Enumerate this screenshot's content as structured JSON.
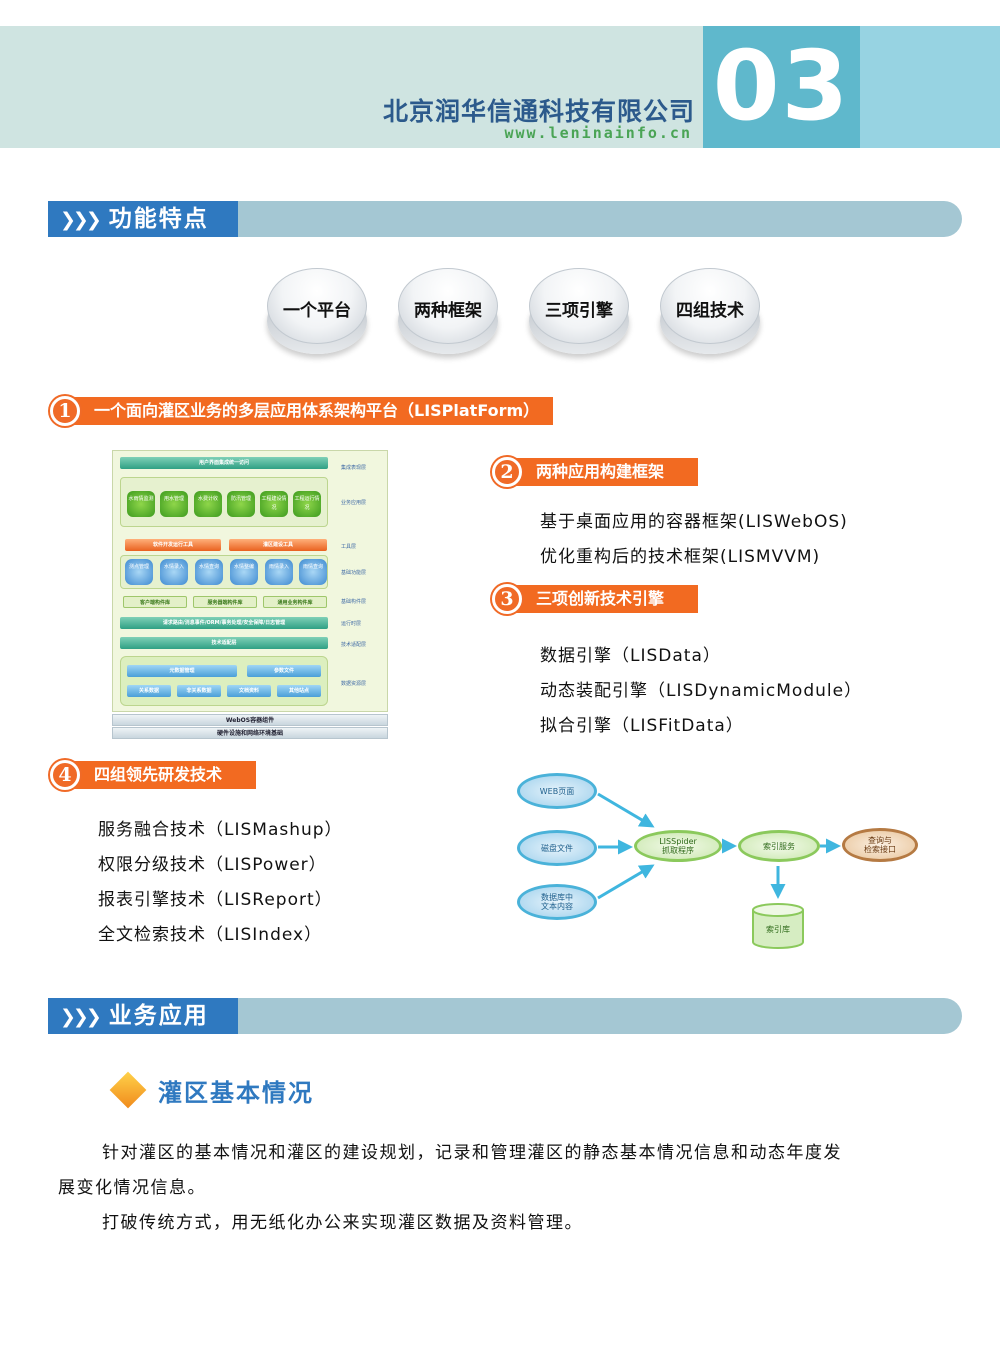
{
  "header": {
    "company": "北京润华信通科技有限公司",
    "url": "www.leninainfo.cn",
    "page_number": "03"
  },
  "section1": {
    "title": "功能特点"
  },
  "discs": [
    "一个平台",
    "两种框架",
    "三项引擎",
    "四组技术"
  ],
  "item1": {
    "num": "1",
    "title": "一个面向灌区业务的多层应用体系架构平台（LISPlatForm）"
  },
  "arch": {
    "top_bar": "用户界面集成统一访问",
    "layers": [
      "集成表现层",
      "业务应用层",
      "工具层",
      "基础功能层",
      "基础构件层",
      "运行时层",
      "技术适配层",
      "数据资源层"
    ],
    "apps": [
      "水雨情监测",
      "用水管理",
      "水费计收",
      "防汛管理",
      "工程建设情况",
      "工程运行情况"
    ],
    "tools": [
      "软件开发运行工具",
      "灌区建设工具"
    ],
    "funcs": [
      "测点管理",
      "水情录入",
      "水情查询",
      "水情整编",
      "雨情录入",
      "雨情查询"
    ],
    "components": [
      "客户端构件库",
      "服务器端构件库",
      "通用业务构件库"
    ],
    "runtime": "请求路由/消息事件/ORM/事务处理/安全保障/日志管理",
    "adapter": "技术适配层",
    "data_top": [
      "元数据管理",
      "参数文件"
    ],
    "data_bottom": [
      "关系数据",
      "非关系数据",
      "文档资料",
      "其他站点"
    ],
    "foot1": "WebOS容器组件",
    "foot2": "硬件设施和网络环境基础"
  },
  "item2": {
    "num": "2",
    "title": "两种应用构建框架",
    "lines": [
      "基于桌面应用的容器框架(LISWebOS)",
      "优化重构后的技术框架(LISMVVM)"
    ]
  },
  "item3": {
    "num": "3",
    "title": "三项创新技术引擎",
    "lines": [
      "数据引擎（LISData）",
      "动态装配引擎（LISDynamicModule）",
      "拟合引擎（LISFitData）"
    ]
  },
  "item4": {
    "num": "4",
    "title": "四组领先研发技术",
    "lines": [
      "服务融合技术（LISMashup）",
      "权限分级技术（LISPower）",
      "报表引擎技术（LISReport）",
      "全文检索技术（LISIndex）"
    ]
  },
  "flow": {
    "web": "WEB页面",
    "disk": "磁盘文件",
    "db_line1": "数据库中",
    "db_line2": "文本内容",
    "spider_line1": "LISSpider",
    "spider_line2": "抓取程序",
    "index_service": "索引服务",
    "query_line1": "查询与",
    "query_line2": "检索接口",
    "index_db": "索引库"
  },
  "section2": {
    "title": "业务应用"
  },
  "subsection": {
    "title": "灌区基本情况"
  },
  "paragraphs": {
    "p1_line1": "针对灌区的基本情况和灌区的建设规划，记录和管理灌区的静态基本情况信息和动态年度发",
    "p1_line2": "展变化情况信息。",
    "p2": "打破传统方式，用无纸化办公来实现灌区数据及资料管理。"
  },
  "colors": {
    "accent_blue": "#2f79c0",
    "accent_orange": "#f26a21",
    "header_teal": "#5fb8cc"
  }
}
